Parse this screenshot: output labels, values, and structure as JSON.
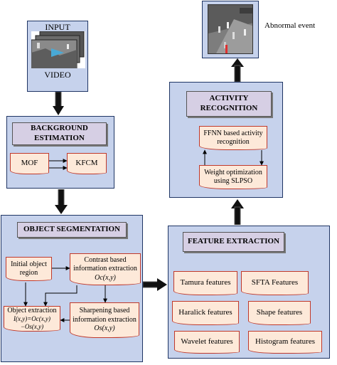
{
  "input": {
    "top_label": "INPUT",
    "bottom_label": "VIDEO"
  },
  "background": {
    "title": "BACKGROUND ESTIMATION",
    "mof": "MOF",
    "kfcm": "KFCM"
  },
  "segmentation": {
    "title": "OBJECT SEGMENTATION",
    "initial_region": "Initial object region",
    "contrast": "Contrast based information extraction",
    "contrast_formula": "Oc(x,y)",
    "object_extraction": "Object extraction",
    "object_formula": "I(x,y)=Oc(x,y)−Os(x,y)",
    "sharpening": "Sharpening based information extraction",
    "sharpening_formula": "Os(x,y)"
  },
  "features": {
    "title": "FEATURE EXTRACTION",
    "items": [
      "Tamura features",
      "SFTA Features",
      "Haralick features",
      "Shape features",
      "Wavelet features",
      "Histogram features"
    ]
  },
  "activity": {
    "title": "ACTIVITY RECOGNITION",
    "ffnn": "FFNN based activity recognition",
    "weight": "Weight optimization using SLPSO"
  },
  "output": {
    "label": "Abnormal event"
  },
  "colors": {
    "panel": "#c6d2ec",
    "panel_border": "#1f3564",
    "title_fill": "#d6cfe4",
    "doc_fill": "#fde9d9",
    "doc_border": "#c0392b"
  }
}
